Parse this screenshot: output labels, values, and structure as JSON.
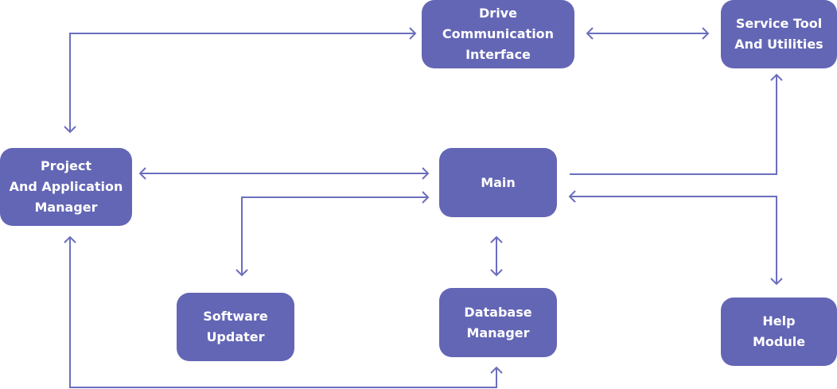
{
  "colors": {
    "node_fill": "#6366b5",
    "node_text": "#ffffff",
    "connector": "#6b6ebd"
  },
  "nodes": {
    "drive": {
      "label": "Drive\nCommunication\nInterface"
    },
    "service": {
      "label": "Service Tool\nAnd Utilities"
    },
    "project": {
      "label": "Project\nAnd Application\nManager"
    },
    "main": {
      "label": "Main"
    },
    "updater": {
      "label": "Software\nUpdater"
    },
    "db": {
      "label": "Database\nManager"
    },
    "help": {
      "label": "Help\nModule"
    }
  },
  "edges": [
    {
      "from": "project",
      "to": "drive",
      "direction": "both"
    },
    {
      "from": "drive",
      "to": "service",
      "direction": "both"
    },
    {
      "from": "project",
      "to": "main",
      "direction": "both"
    },
    {
      "from": "main",
      "to": "service",
      "direction": "to"
    },
    {
      "from": "main",
      "to": "updater",
      "direction": "both"
    },
    {
      "from": "main",
      "to": "db",
      "direction": "both"
    },
    {
      "from": "main",
      "to": "help",
      "direction": "both"
    },
    {
      "from": "project",
      "to": "db",
      "direction": "both"
    }
  ]
}
